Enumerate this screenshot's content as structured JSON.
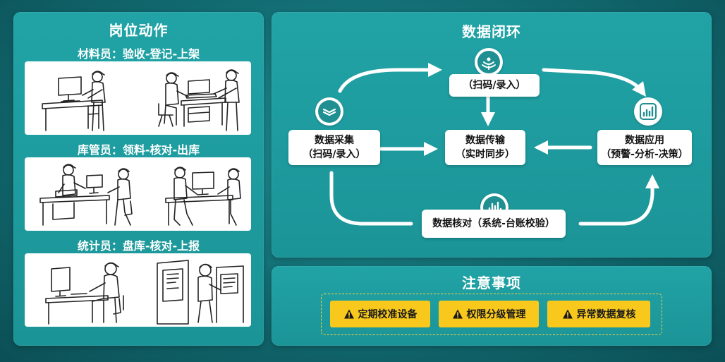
{
  "left": {
    "title": "岗位动作",
    "roles": [
      {
        "label": "材料员：验收-登记-上架"
      },
      {
        "label": "库管员：领料-核对-出库"
      },
      {
        "label": "统计员：盘库-核对-上报"
      }
    ]
  },
  "flow": {
    "title": "数据闭环",
    "nodes": {
      "collect": {
        "line1": "数据采集",
        "line2": "（扫码/录入）"
      },
      "scan": {
        "line1": "（扫码/录入）"
      },
      "transfer": {
        "line1": "数据传输",
        "line2": "（实时同步）"
      },
      "apply": {
        "line1": "数据应用",
        "line2": "（预警-分析-决策）"
      },
      "verify": {
        "line1": "数据核对（系统-台账校验）"
      }
    },
    "icons": {
      "collect": "layers-icon",
      "scan": "sprout-icon",
      "apply": "bar-chart-icon",
      "verify": "bar-chart-icon"
    }
  },
  "notes": {
    "title": "注意事项",
    "items": [
      {
        "label": "定期校准设备"
      },
      {
        "label": "权限分级管理"
      },
      {
        "label": "异常数据复核"
      }
    ]
  },
  "colors": {
    "teal_panel": "#1f9fa2",
    "teal_dark": "#0b4f55",
    "accent_yellow": "#f8c81c",
    "icon_teal": "#1f8f92"
  }
}
